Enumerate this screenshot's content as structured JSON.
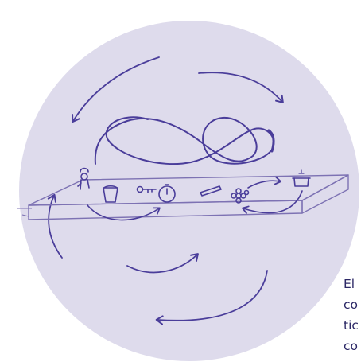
{
  "illustration": {
    "colors": {
      "background": "#ffffff",
      "circle": "#dedbec",
      "ink": "#4a3d9a",
      "ink_light": "#7d72b3",
      "caption": "#2c2866"
    },
    "objects": [
      "chef-figure-icon",
      "cup-icon",
      "key-icon",
      "timer-clock-icon",
      "pencil-icon",
      "flower-icon",
      "pot-icon"
    ]
  },
  "caption": {
    "lines": [
      "El",
      "co",
      "tic",
      "co"
    ]
  }
}
